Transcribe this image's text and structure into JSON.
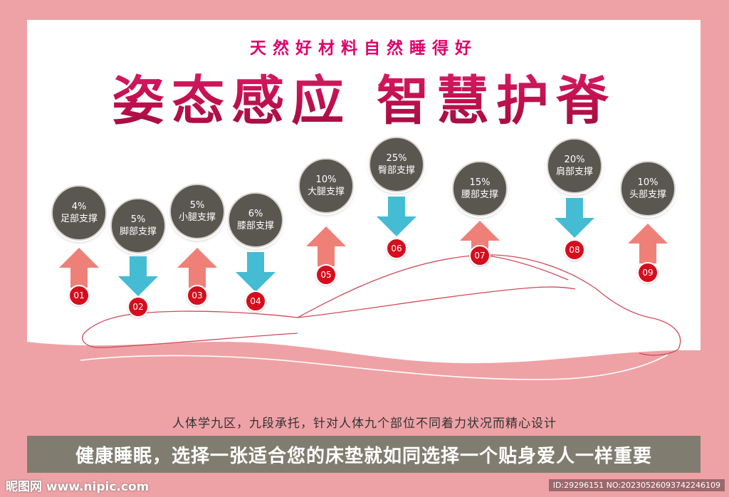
{
  "subtitle": "天然好材料自然睡得好",
  "main_title": "姿态感应 智慧护脊",
  "supports": [
    {
      "num": "01",
      "pct": "4%",
      "part": "足部支撑",
      "direction": "up"
    },
    {
      "num": "02",
      "pct": "5%",
      "part": "脚部支撑",
      "direction": "down"
    },
    {
      "num": "03",
      "pct": "5%",
      "part": "小腿支撑",
      "direction": "up"
    },
    {
      "num": "04",
      "pct": "6%",
      "part": "膝部支撑",
      "direction": "down"
    },
    {
      "num": "05",
      "pct": "10%",
      "part": "大腿支撑",
      "direction": "up"
    },
    {
      "num": "06",
      "pct": "25%",
      "part": "臀部支撑",
      "direction": "down"
    },
    {
      "num": "07",
      "pct": "15%",
      "part": "腰部支撑",
      "direction": "up"
    },
    {
      "num": "08",
      "pct": "20%",
      "part": "肩部支撑",
      "direction": "down"
    },
    {
      "num": "09",
      "pct": "10%",
      "part": "头部支撑",
      "direction": "up"
    }
  ],
  "colors": {
    "up_arrow": "#ef8078",
    "down_arrow": "#44bcd4",
    "bubble": "#5a5650",
    "number_badge": "#d60d1d",
    "frame": "#eea2a6",
    "title": "#c41150",
    "banner": "#807d70"
  },
  "description": "人体学九区，九段承托，针对人体九个部位不同着力状况而精心设计",
  "banner_text": "健康睡眠，选择一张适合您的床垫就如同选择一个贴身爱人一样重要",
  "watermark_left": "昵图网 www.nipic.com",
  "watermark_right": "ID:29296151 NO:20230526093742246109"
}
